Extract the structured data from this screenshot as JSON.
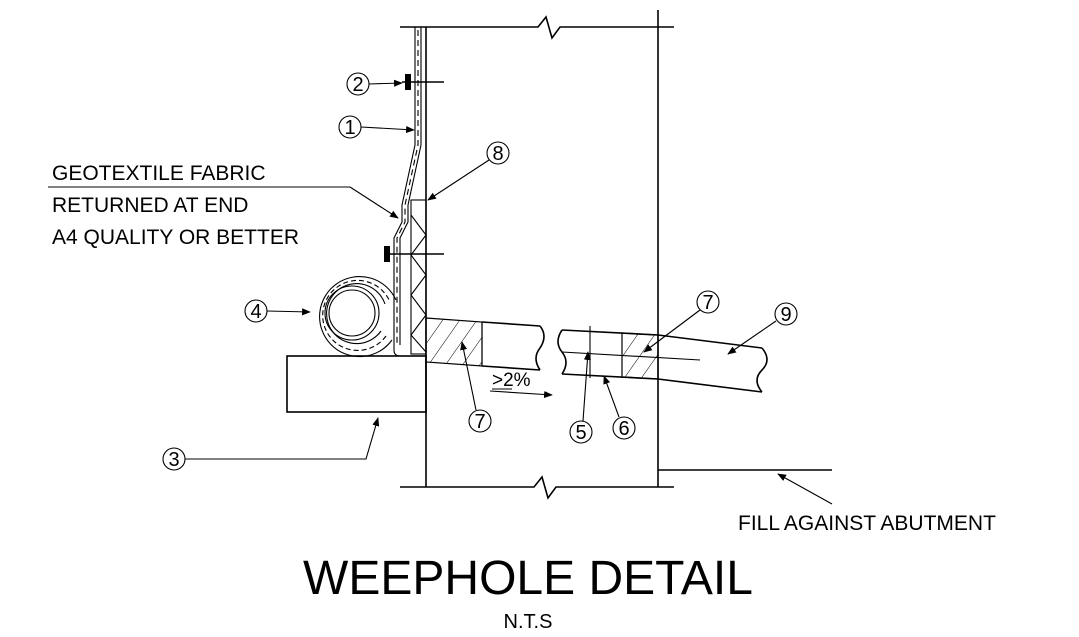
{
  "title": "WEEPHOLE DETAIL",
  "subtitle": "N.T.S",
  "notes": {
    "geotextile_line1": "GEOTEXTILE FABRIC",
    "geotextile_line2": "RETURNED AT END",
    "geotextile_line3": "A4 QUALITY OR BETTER",
    "fill": "FILL AGAINST ABUTMENT",
    "slope": ">2%"
  },
  "callouts": {
    "c1": "1",
    "c2": "2",
    "c3": "3",
    "c4": "4",
    "c5": "5",
    "c6": "6",
    "c7a": "7",
    "c7b": "7",
    "c8": "8",
    "c9": "9"
  }
}
